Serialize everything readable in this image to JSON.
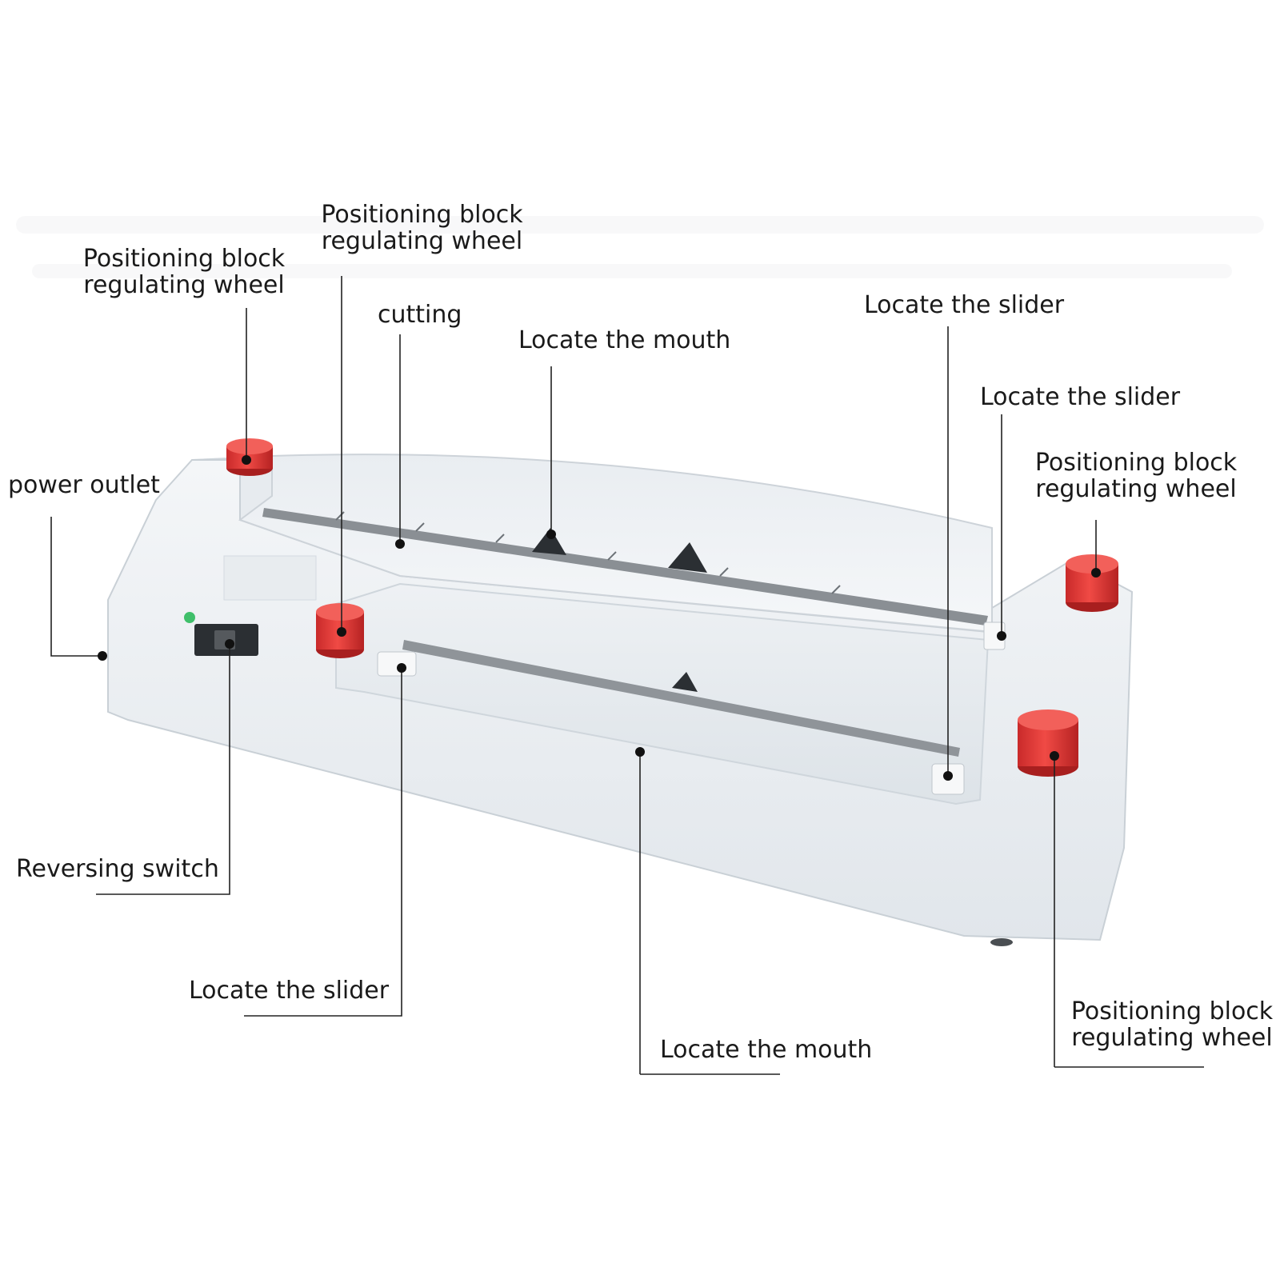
{
  "labels": {
    "wheel_top_left": {
      "line1": "Positioning block",
      "line2": "regulating wheel"
    },
    "wheel_top_center": {
      "line1": "Positioning block",
      "line2": "regulating wheel"
    },
    "cutting": "cutting",
    "mouth_top": "Locate the mouth",
    "slider_top_1": "Locate the slider",
    "slider_top_2": "Locate the slider",
    "wheel_right": {
      "line1": "Positioning block",
      "line2": "regulating wheel"
    },
    "power_outlet": "power outlet",
    "reversing_switch": "Reversing switch",
    "slider_bottom": "Locate the slider",
    "mouth_bottom": "Locate the mouth",
    "wheel_bottom_right": {
      "line1": "Positioning block",
      "line2": "regulating wheel"
    }
  },
  "colors": {
    "body": "#eef1f4",
    "knob": "#e8403f",
    "leader": "#222222"
  }
}
